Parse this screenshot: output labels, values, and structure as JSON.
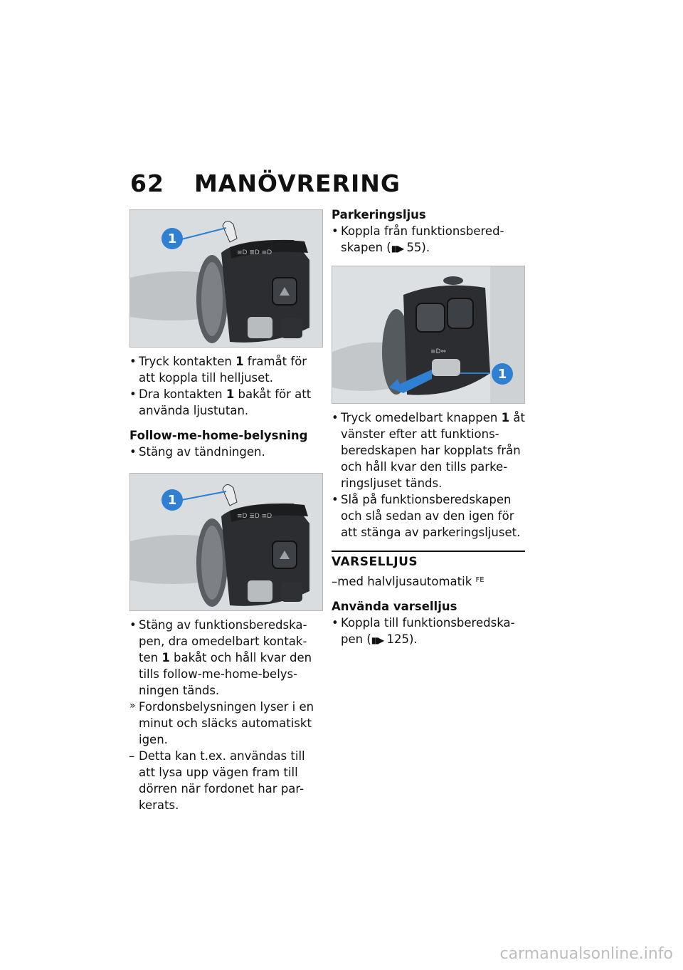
{
  "header": {
    "page_number": "62",
    "chapter": "MANÖVRERING"
  },
  "figures": {
    "callout": "1"
  },
  "left": {
    "fig1_list": [
      "Tryck kontakten 1 framåt för att koppla till helljuset.",
      "Dra kontakten 1 bakåt för att använda ljustutan."
    ],
    "follow_heading": "Follow-me-home-belysning",
    "follow_list": [
      "Stäng av tändningen."
    ],
    "fig2_bullets": [
      "Stäng av funktionsberedska-pen, dra omedelbart kontak-ten 1 bakåt och håll kvar den tills follow-me-home-belys-ningen tänds."
    ],
    "fig2_result": "Fordonsbelysningen lyser i en minut och släcks automatiskt igen.",
    "fig2_note": "Detta kan t.ex. användas till att lysa upp vägen fram till dörren när fordonet har par-kerats."
  },
  "right": {
    "parking_heading": "Parkeringsljus",
    "parking_list_prefix": "Koppla från funktionsbered-skapen (",
    "parking_list_ref": "55).",
    "fig3_list": [
      "Tryck omedelbart knappen 1 åt vänster efter att funktions-beredskapen har kopplats från och håll kvar den tills parke-ringsljuset tänds.",
      "Slå på funktionsberedskapen och slå sedan av den igen för att stänga av parkeringsljuset."
    ],
    "varsel_title": "VARSELLJUS",
    "varsel_note": "med halvljusautomatik",
    "varsel_note_sup": "FE",
    "use_heading": "Använda varselljus",
    "use_list_prefix": "Koppla till funktionsberedska-pen (",
    "use_list_ref": "125)."
  },
  "watermark": "carmanualsonline.info",
  "colors": {
    "callout": "#2f7fd3",
    "figure_bg": "#d9dcde"
  }
}
